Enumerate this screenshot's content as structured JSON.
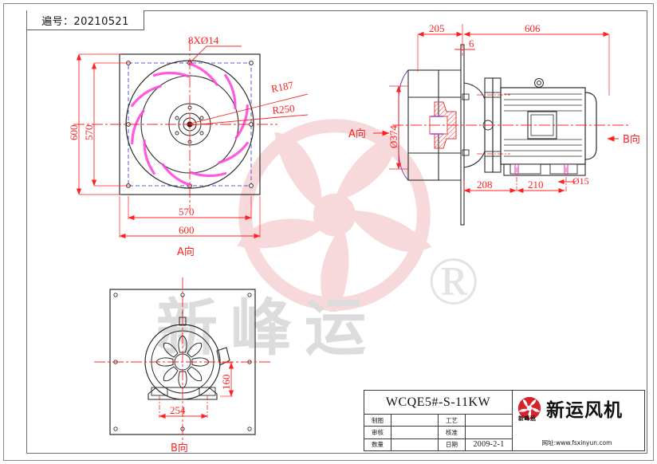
{
  "sheet": {
    "code_label": "遍号：20210521"
  },
  "front_view": {
    "label": "A向",
    "callout_holes": "8XØ14",
    "radius_outer": "R250",
    "radius_inner": "R187",
    "dim_width_outer": "600",
    "dim_width_inner": "570",
    "dim_height_outer": "600",
    "dim_height_inner": "570"
  },
  "side_view": {
    "label_left": "A向",
    "label_right": "B向",
    "dim_impeller_len": "205",
    "dim_total_len": "606",
    "dim_plate_thk": "6",
    "dim_diameter": "Ø374",
    "dim_base_a": "208",
    "dim_base_b": "210",
    "dim_bolt_hole": "Ø15"
  },
  "bottom_view": {
    "label": "B向",
    "dim_foot_width": "254",
    "dim_foot_height": "160"
  },
  "watermark": {
    "registered": "®",
    "company_short": "新峰运"
  },
  "title_block": {
    "model": "WCQE5#-S-11KW",
    "rows": [
      {
        "label": "制图",
        "value": "",
        "label2": "工艺",
        "value2": ""
      },
      {
        "label": "审核",
        "value": "",
        "label2": "核准",
        "value2": ""
      },
      {
        "label": "数量",
        "value": "",
        "label2": "日期",
        "value2": "2009-2-1"
      }
    ],
    "brand_name": "新运风机",
    "brand_sub": "新峰运",
    "brand_url": "网址:www.fsxinyun.com"
  },
  "colors": {
    "dimension_red": "#ff2020",
    "outline_black": "#2b2b2b",
    "blade_magenta": "#ff44dd",
    "hole_blue": "#5a5ad8",
    "watermark_pink": "#f7d9db",
    "brand_red": "#d8232a"
  }
}
